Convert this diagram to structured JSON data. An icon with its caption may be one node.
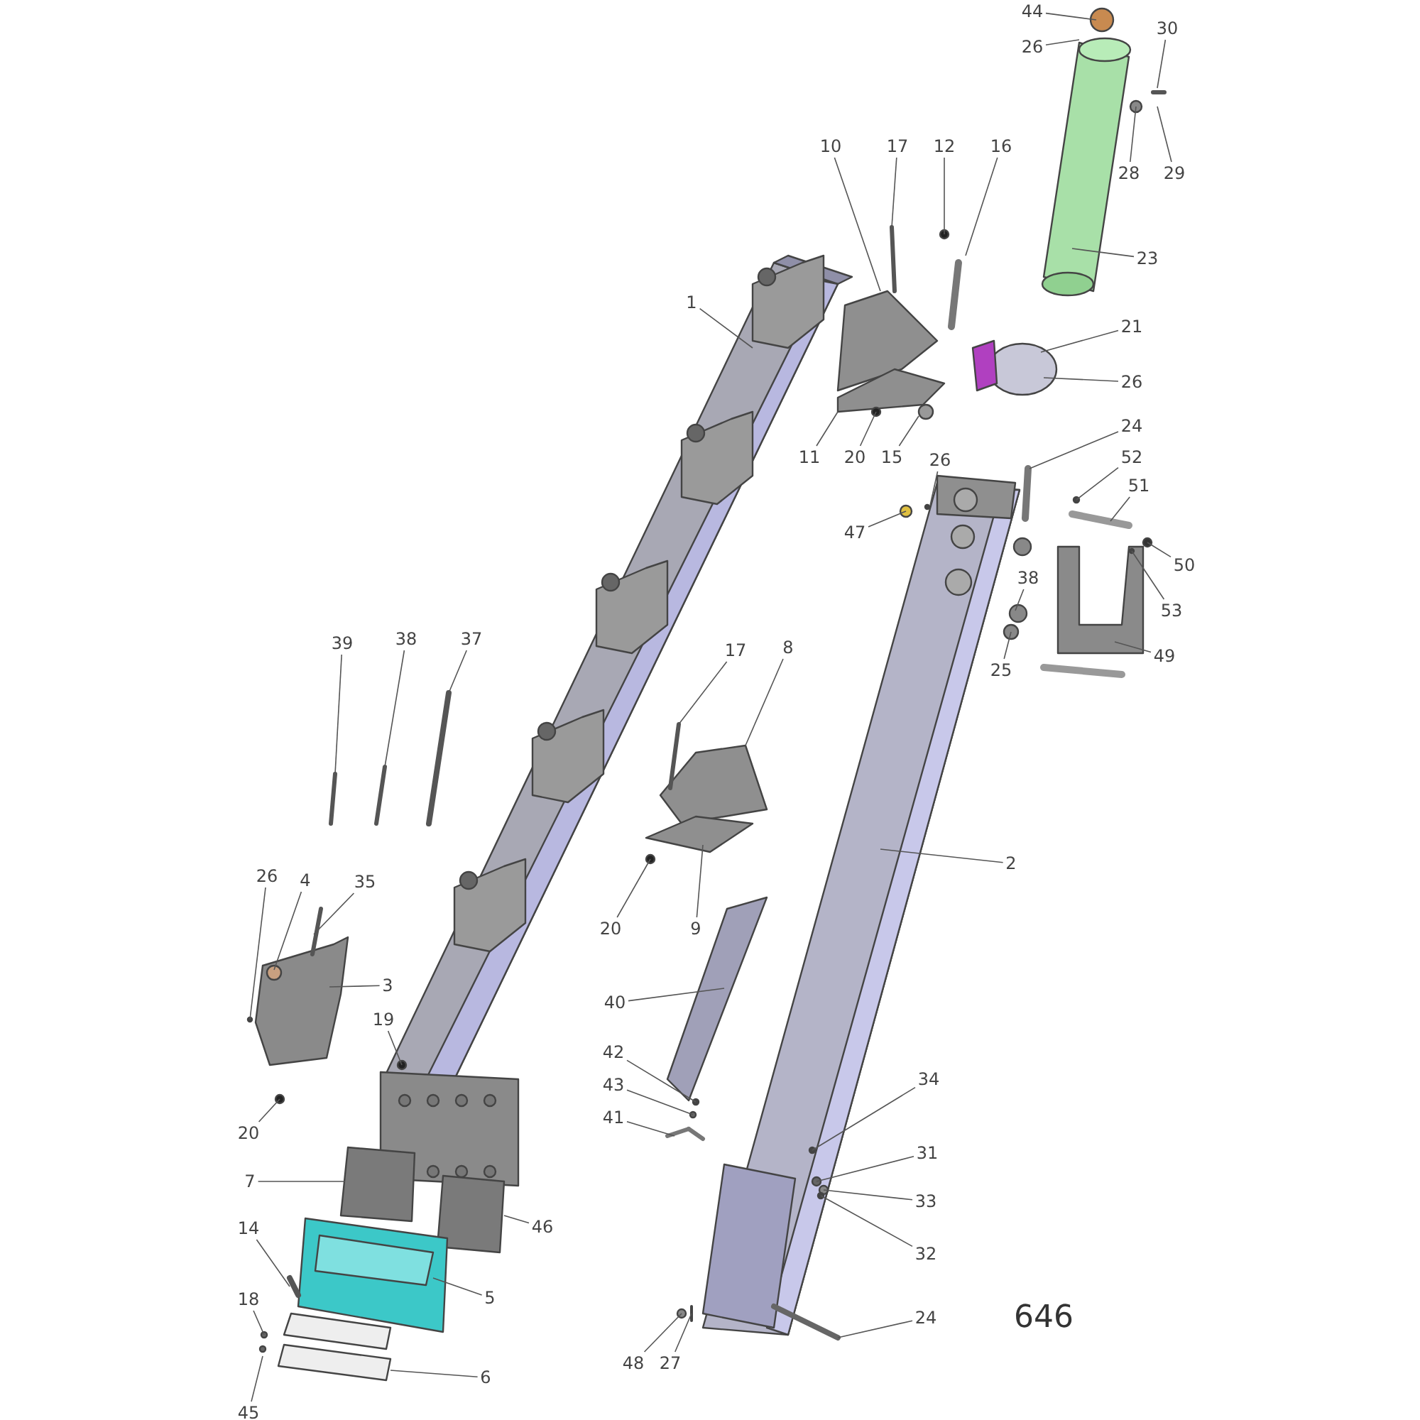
{
  "diagram": {
    "nodes": [
      {
        "text": [
          "44"
        ]
      },
      {
        "text": [
          "30"
        ]
      },
      {
        "text": [
          "26"
        ]
      },
      {
        "text": [
          "10"
        ]
      },
      {
        "text": [
          "17"
        ]
      },
      {
        "text": [
          "12"
        ]
      },
      {
        "text": [
          "16"
        ]
      },
      {
        "text": [
          "28"
        ]
      },
      {
        "text": [
          "29"
        ]
      },
      {
        "text": [
          "23"
        ]
      },
      {
        "text": [
          "1"
        ]
      },
      {
        "text": [
          "21"
        ]
      },
      {
        "text": [
          "26"
        ]
      },
      {
        "text": [
          "24"
        ]
      },
      {
        "text": [
          "52"
        ]
      },
      {
        "text": [
          "11"
        ]
      },
      {
        "text": [
          "20"
        ]
      },
      {
        "text": [
          "15"
        ]
      },
      {
        "text": [
          "26"
        ]
      },
      {
        "text": [
          "51"
        ]
      },
      {
        "text": [
          "47"
        ]
      },
      {
        "text": [
          "50"
        ]
      },
      {
        "text": [
          "38"
        ]
      },
      {
        "text": [
          "53"
        ]
      },
      {
        "text": [
          "38"
        ]
      },
      {
        "text": [
          "39"
        ]
      },
      {
        "text": [
          "37"
        ]
      },
      {
        "text": [
          "17"
        ]
      },
      {
        "text": [
          "8"
        ]
      },
      {
        "text": [
          "49"
        ]
      },
      {
        "text": [
          "25"
        ]
      },
      {
        "text": [
          "2"
        ]
      },
      {
        "text": [
          "26"
        ]
      },
      {
        "text": [
          "4"
        ]
      },
      {
        "text": [
          "35"
        ]
      },
      {
        "text": [
          "20"
        ]
      },
      {
        "text": [
          "9"
        ]
      },
      {
        "text": [
          "3"
        ]
      },
      {
        "text": [
          "40"
        ]
      },
      {
        "text": [
          "19"
        ]
      },
      {
        "text": [
          "42"
        ]
      },
      {
        "text": [
          "34"
        ]
      },
      {
        "text": [
          "43"
        ]
      },
      {
        "text": [
          "41"
        ]
      },
      {
        "text": [
          "20"
        ]
      },
      {
        "text": [
          "31"
        ]
      },
      {
        "text": [
          "7"
        ]
      },
      {
        "text": [
          "33"
        ]
      },
      {
        "text": [
          "46"
        ]
      },
      {
        "text": [
          "14"
        ]
      },
      {
        "text": [
          "32"
        ]
      },
      {
        "text": [
          "5"
        ]
      },
      {
        "text": [
          "18"
        ]
      },
      {
        "text": [
          "24"
        ]
      },
      {
        "text": [
          "48"
        ]
      },
      {
        "text": [
          "27"
        ]
      },
      {
        "text": [
          "6"
        ]
      },
      {
        "text": [
          "45"
        ]
      }
    ],
    "edges": [
      {
        "from": 0,
        "to": null,
        "arrow": "none"
      },
      {
        "from": 1,
        "to": null,
        "arrow": "none"
      },
      {
        "from": 2,
        "to": null,
        "arrow": "none"
      },
      {
        "from": 3,
        "to": null,
        "arrow": "none"
      },
      {
        "from": 4,
        "to": null,
        "arrow": "none"
      },
      {
        "from": 5,
        "to": null,
        "arrow": "none"
      },
      {
        "from": 6,
        "to": null,
        "arrow": "none"
      },
      {
        "from": 7,
        "to": null,
        "arrow": "none"
      },
      {
        "from": 8,
        "to": null,
        "arrow": "none"
      },
      {
        "from": 9,
        "to": null,
        "arrow": "none"
      },
      {
        "from": 10,
        "to": null,
        "arrow": "none"
      },
      {
        "from": 11,
        "to": null,
        "arrow": "none"
      },
      {
        "from": 12,
        "to": null,
        "arrow": "none"
      },
      {
        "from": 13,
        "to": null,
        "arrow": "none"
      },
      {
        "from": 14,
        "to": null,
        "arrow": "none"
      },
      {
        "from": 15,
        "to": null,
        "arrow": "none"
      },
      {
        "from": 16,
        "to": null,
        "arrow": "none"
      },
      {
        "from": 17,
        "to": null,
        "arrow": "none"
      },
      {
        "from": 18,
        "to": null,
        "arrow": "none"
      },
      {
        "from": 19,
        "to": null,
        "arrow": "none"
      },
      {
        "from": 20,
        "to": null,
        "arrow": "none"
      },
      {
        "from": 21,
        "to": null,
        "arrow": "none"
      },
      {
        "from": 22,
        "to": null,
        "arrow": "none"
      },
      {
        "from": 23,
        "to": null,
        "arrow": "none"
      },
      {
        "from": 24,
        "to": null,
        "arrow": "none"
      },
      {
        "from": 25,
        "to": null,
        "arrow": "none"
      },
      {
        "from": 26,
        "to": null,
        "arrow": "none"
      },
      {
        "from": 27,
        "to": null,
        "arrow": "none"
      },
      {
        "from": 28,
        "to": null,
        "arrow": "none"
      },
      {
        "from": 29,
        "to": null,
        "arrow": "none"
      },
      {
        "from": 30,
        "to": null,
        "arrow": "none"
      },
      {
        "from": 31,
        "to": null,
        "arrow": "none"
      },
      {
        "from": 32,
        "to": null,
        "arrow": "none"
      },
      {
        "from": 33,
        "to": null,
        "arrow": "none"
      },
      {
        "from": 34,
        "to": null,
        "arrow": "none"
      },
      {
        "from": 35,
        "to": null,
        "arrow": "none"
      },
      {
        "from": 36,
        "to": null,
        "arrow": "none"
      },
      {
        "from": 37,
        "to": null,
        "arrow": "none"
      },
      {
        "from": 38,
        "to": null,
        "arrow": "none"
      },
      {
        "from": 39,
        "to": null,
        "arrow": "none"
      },
      {
        "from": 40,
        "to": null,
        "arrow": "none"
      },
      {
        "from": 41,
        "to": null,
        "arrow": "none"
      },
      {
        "from": 42,
        "to": null,
        "arrow": "none"
      },
      {
        "from": 43,
        "to": null,
        "arrow": "none"
      },
      {
        "from": 44,
        "to": null,
        "arrow": "none"
      },
      {
        "from": 45,
        "to": null,
        "arrow": "none"
      },
      {
        "from": 46,
        "to": null,
        "arrow": "none"
      },
      {
        "from": 47,
        "to": null,
        "arrow": "none"
      },
      {
        "from": 48,
        "to": null,
        "arrow": "none"
      },
      {
        "from": 49,
        "to": null,
        "arrow": "none"
      },
      {
        "from": 50,
        "to": null,
        "arrow": "none"
      },
      {
        "from": 51,
        "to": null,
        "arrow": "none"
      },
      {
        "from": 52,
        "to": null,
        "arrow": "none"
      },
      {
        "from": 53,
        "to": null,
        "arrow": "none"
      },
      {
        "from": 54,
        "to": null,
        "arrow": "none"
      },
      {
        "from": 55,
        "to": null,
        "arrow": "none"
      },
      {
        "from": 56,
        "to": null,
        "arrow": "none"
      },
      {
        "from": 57,
        "to": null,
        "arrow": "none"
      }
    ],
    "labels": [
      "646"
    ]
  }
}
